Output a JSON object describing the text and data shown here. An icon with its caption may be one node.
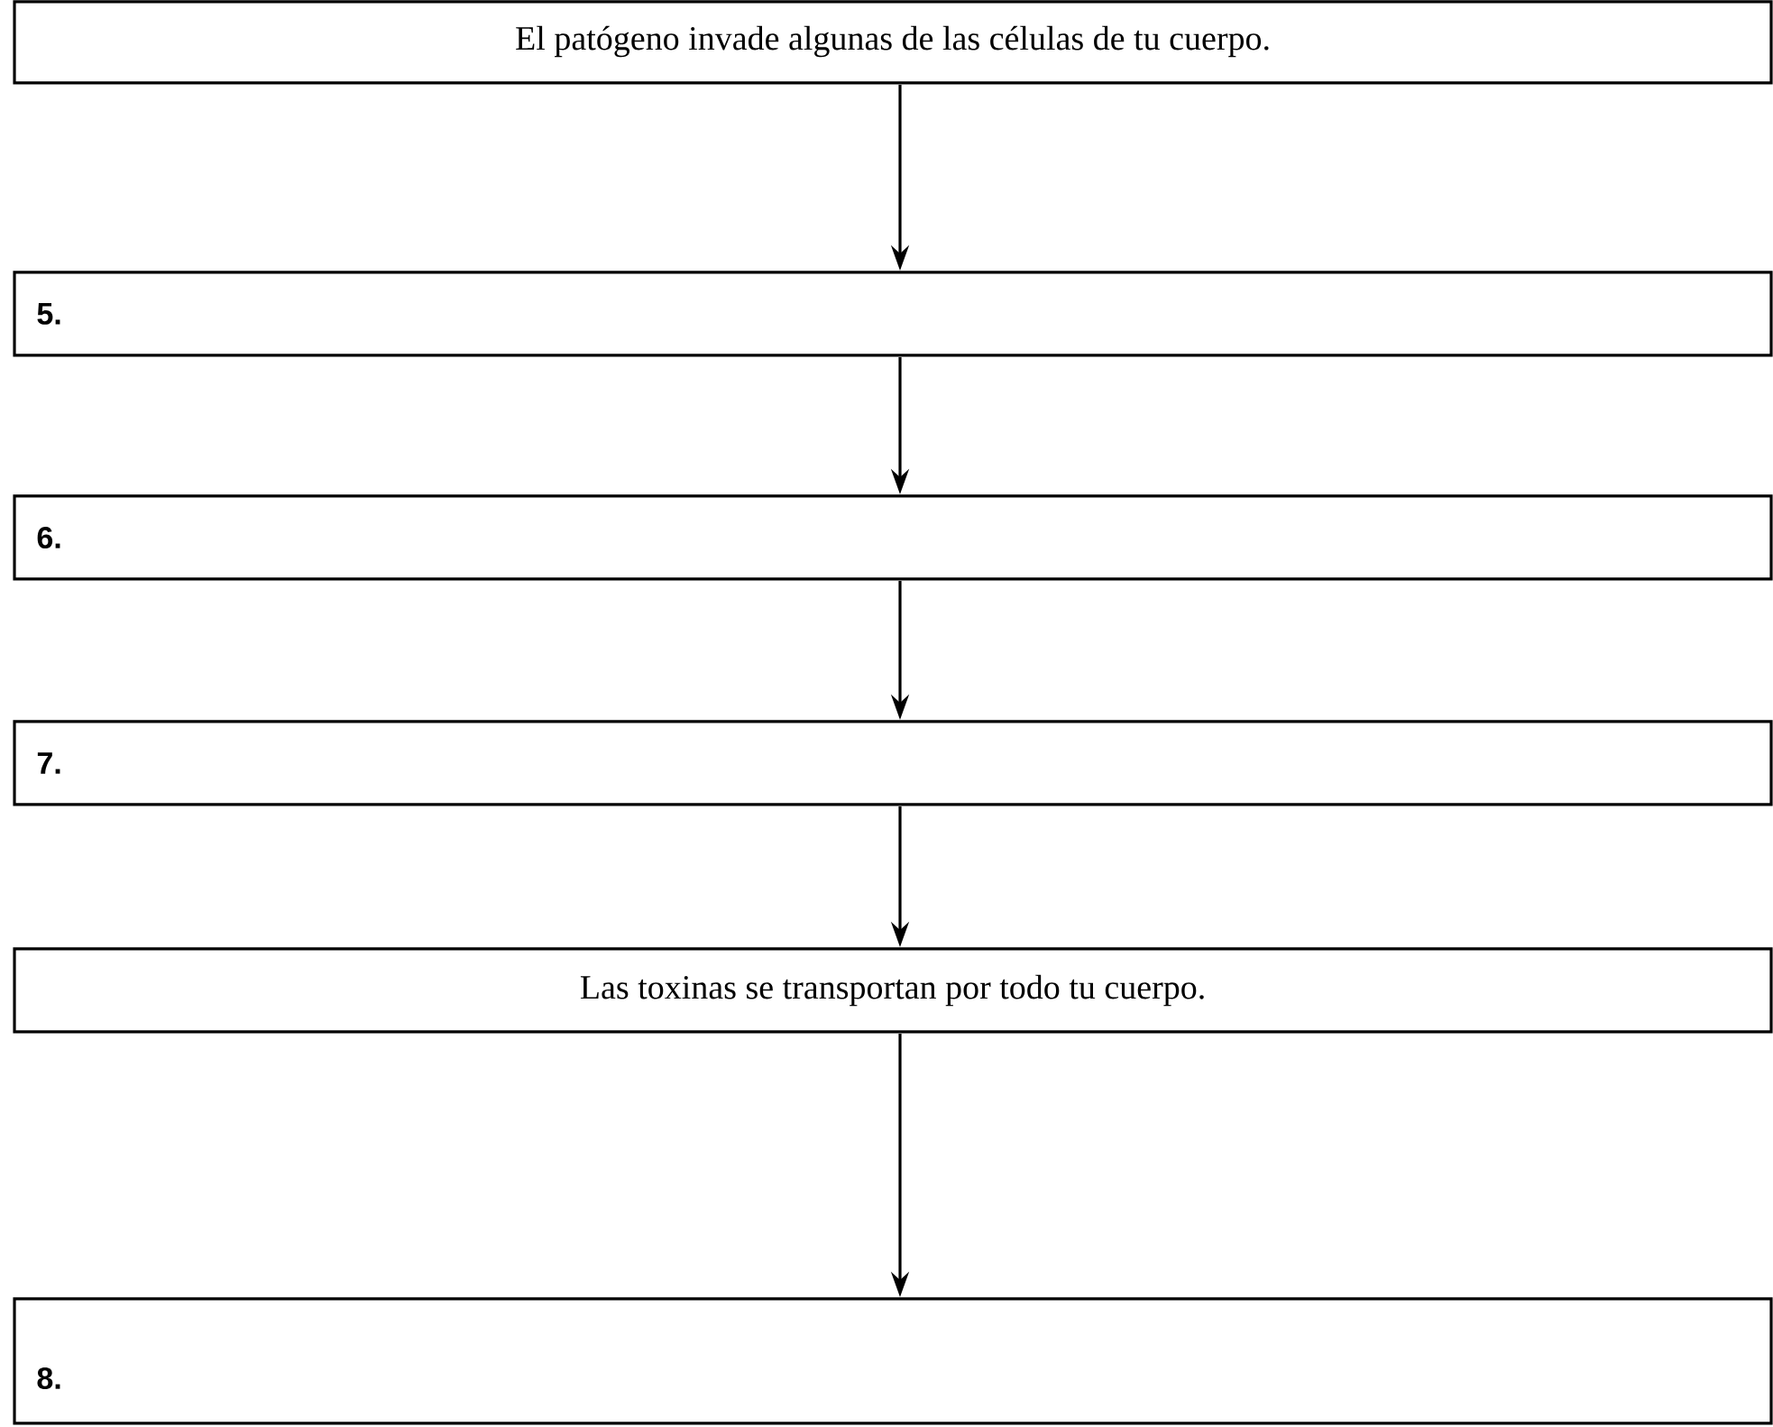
{
  "diagram": {
    "nodes": [
      {
        "text": [
          "El patógeno invade algunas de las células de tu cuerpo."
        ]
      },
      {
        "text": [
          "5."
        ]
      },
      {
        "text": [
          "6."
        ]
      },
      {
        "text": [
          "7."
        ]
      },
      {
        "text": [
          "Las toxinas se transportan por todo tu cuerpo."
        ]
      },
      {
        "text": [
          "8."
        ]
      }
    ],
    "edges": [
      {
        "from": 0,
        "to": 1,
        "arrow": "to"
      },
      {
        "from": 1,
        "to": 2,
        "arrow": "to"
      },
      {
        "from": 2,
        "to": 3,
        "arrow": "to"
      },
      {
        "from": 3,
        "to": 4,
        "arrow": "to"
      },
      {
        "from": 4,
        "to": 5,
        "arrow": "to"
      }
    ]
  }
}
